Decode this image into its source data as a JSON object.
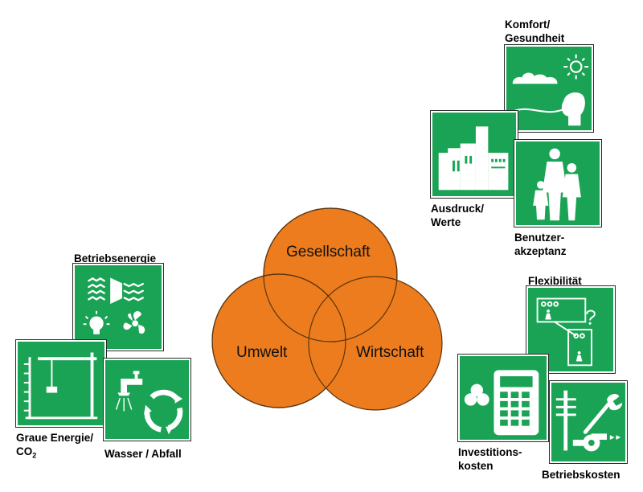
{
  "venn": {
    "fill_color": "#ec7c1d",
    "stroke_color": "#5a3510",
    "circles": {
      "top": "Gesellschaft",
      "left": "Umwelt",
      "right": "Wirtschaft"
    }
  },
  "tile_color": "#1aa354",
  "labels": {
    "betriebsenergie": "Betriebsenergie",
    "graue_energie": "Graue Energie/",
    "co2_prefix": "CO",
    "co2_sub": "2",
    "wasser_abfall": "Wasser / Abfall",
    "komfort_line1": "Komfort/",
    "komfort_line2": "Gesundheit",
    "ausdruck_line1": "Ausdruck/",
    "ausdruck_line2": "Werte",
    "benutzer_line1": "Benutzer-",
    "benutzer_line2": "akzeptanz",
    "flexibilitaet": "Flexibilität",
    "investitions_line1": "Investitions-",
    "investitions_line2": "kosten",
    "betriebskosten": "Betriebskosten"
  },
  "icons": [
    "heat-exchanger-icon",
    "lightbulb-icon",
    "fan-icon",
    "crane-icon",
    "faucet-icon",
    "recycling-arrows-icon",
    "cloud-sun-icon",
    "human-head-icon",
    "building-icon",
    "family-icon",
    "floorplan-icon",
    "calculator-icon",
    "coins-icon",
    "power-pole-icon",
    "wrench-icon",
    "pump-icon"
  ]
}
